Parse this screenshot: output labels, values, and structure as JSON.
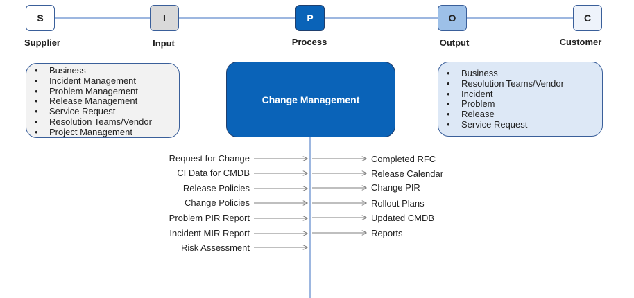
{
  "stages": [
    {
      "letter": "S",
      "label": "Supplier",
      "fill": "#ffffff"
    },
    {
      "letter": "I",
      "label": "Input",
      "fill": "#d9d9d9"
    },
    {
      "letter": "P",
      "label": "Process",
      "fill": "#0a63b8"
    },
    {
      "letter": "O",
      "label": "Output",
      "fill": "#9dc0e8"
    },
    {
      "letter": "C",
      "label": "Customer",
      "fill": "#eef3fb"
    }
  ],
  "suppliers": [
    "Business",
    "Incident Management",
    "Problem Management",
    "Release Management",
    "Service Request",
    "Resolution Teams/Vendor",
    "Project Management"
  ],
  "process": {
    "title": "Change Management"
  },
  "customers": [
    "Business",
    "Resolution Teams/Vendor",
    "Incident",
    "Problem",
    "Release",
    "Service Request"
  ],
  "inputs": [
    "Request for Change",
    "CI Data for CMDB",
    "Release Policies",
    "Change Policies",
    "Problem PIR Report",
    "Incident MIR Report",
    "Risk Assessment"
  ],
  "outputs": [
    "Completed RFC",
    "Release Calendar",
    "Change PIR",
    "Rollout Plans",
    "Updated CMDB",
    "Reports"
  ],
  "colors": {
    "line": "#9db7e0",
    "border": "#3a5f9a",
    "arrow": "#7f7f7f",
    "process_fill": "#0a63b8",
    "supplier_fill": "#f2f2f2",
    "customer_fill": "#dde8f6"
  }
}
